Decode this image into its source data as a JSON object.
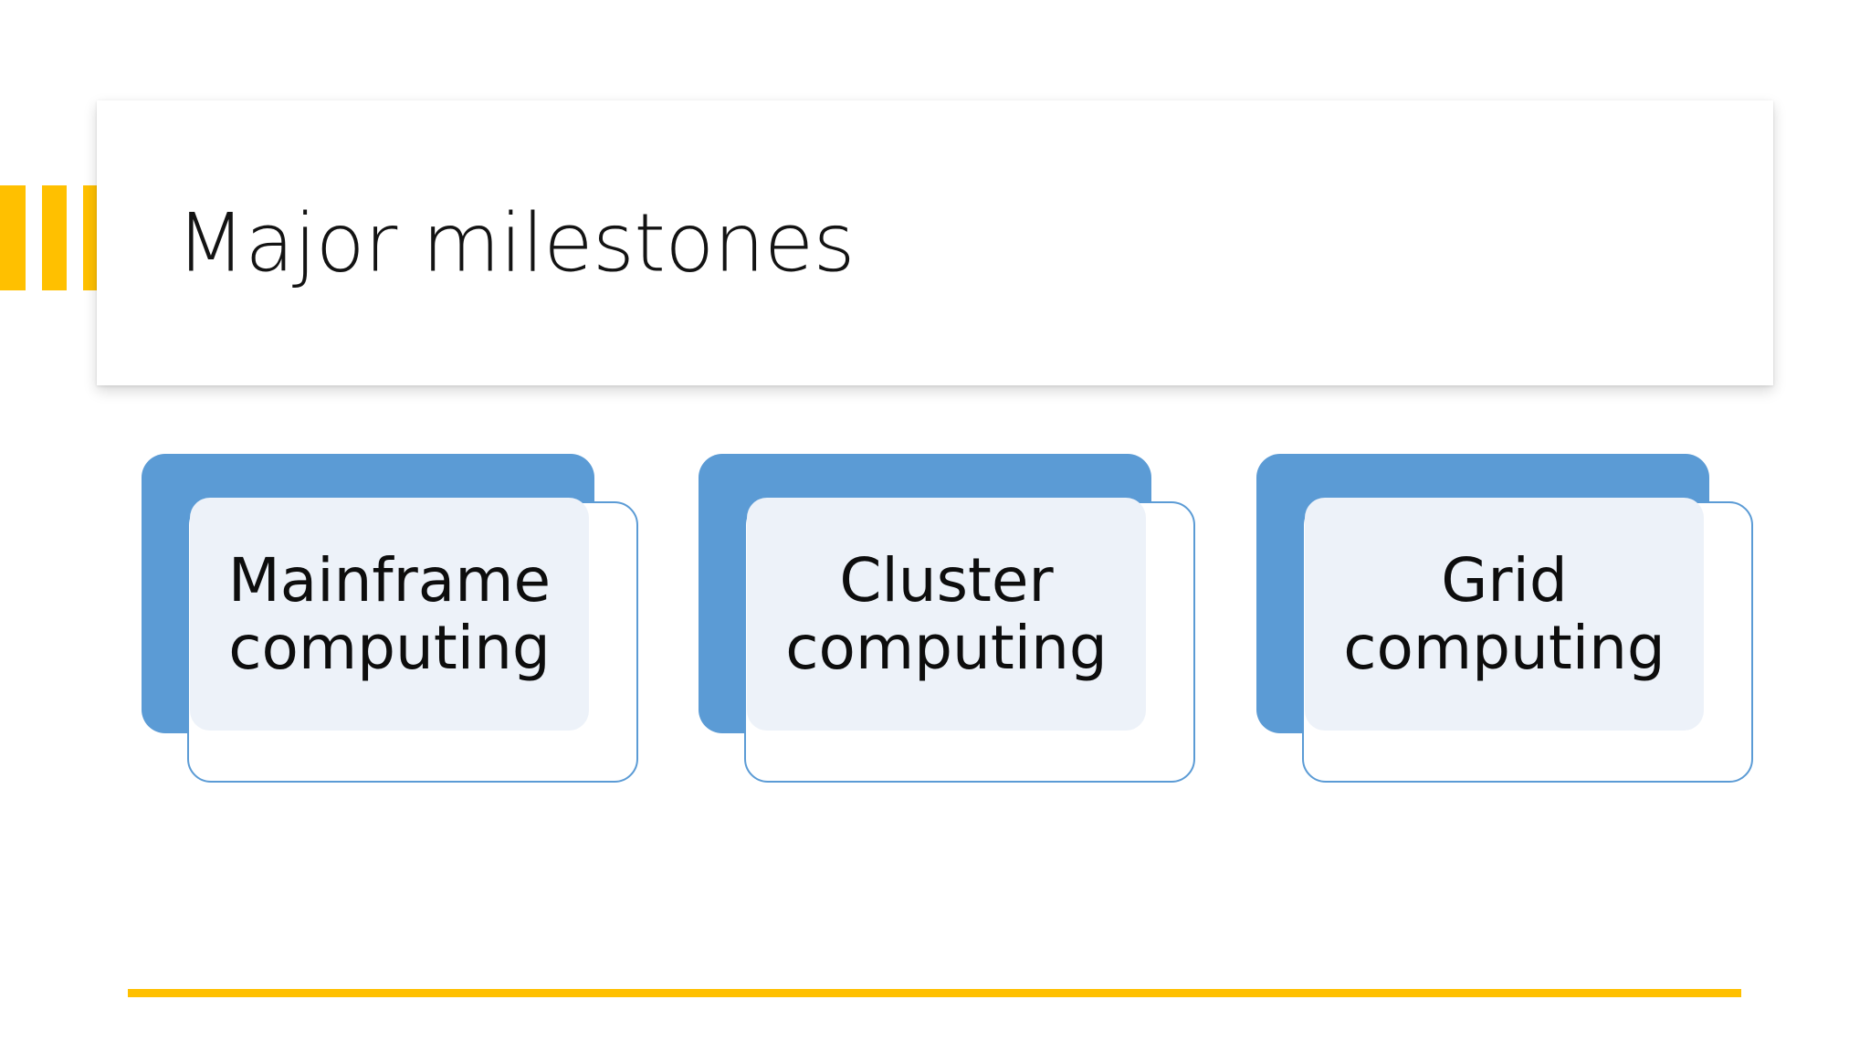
{
  "slide": {
    "title": "Major milestones",
    "background_color": "#FFFFFF",
    "accent_color": "#FFC000",
    "card_color": "#5B9BD5",
    "card_fill_color": "#EDF2F9",
    "text_color": "#0D0D0D"
  },
  "decor": {
    "accent_bars": [
      {
        "name": "bar-1"
      },
      {
        "name": "bar-2"
      },
      {
        "name": "bar-3"
      }
    ],
    "bottom_rule": {
      "color": "#FFC000"
    }
  },
  "milestones": [
    {
      "label": "Mainframe\ncomputing"
    },
    {
      "label": "Cluster\ncomputing"
    },
    {
      "label": "Grid\ncomputing"
    }
  ]
}
